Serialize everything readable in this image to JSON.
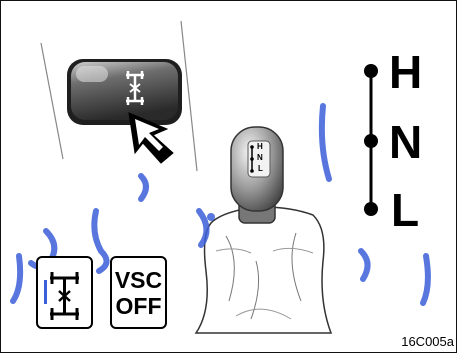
{
  "gear_labels": {
    "high": "H",
    "neutral": "N",
    "low": "L"
  },
  "knob_labels": {
    "high": "H",
    "neutral": "N",
    "low": "L"
  },
  "vsc_indicator": {
    "line1": "VSC",
    "line2": "OFF"
  },
  "figure_code": "16C005a",
  "icons": {
    "switch": "four-wheel-drive-lock-icon",
    "pointer": "arrow-cursor-icon",
    "indicator": "center-diff-lock-icon"
  },
  "watermark_color": "#3b5fd9"
}
